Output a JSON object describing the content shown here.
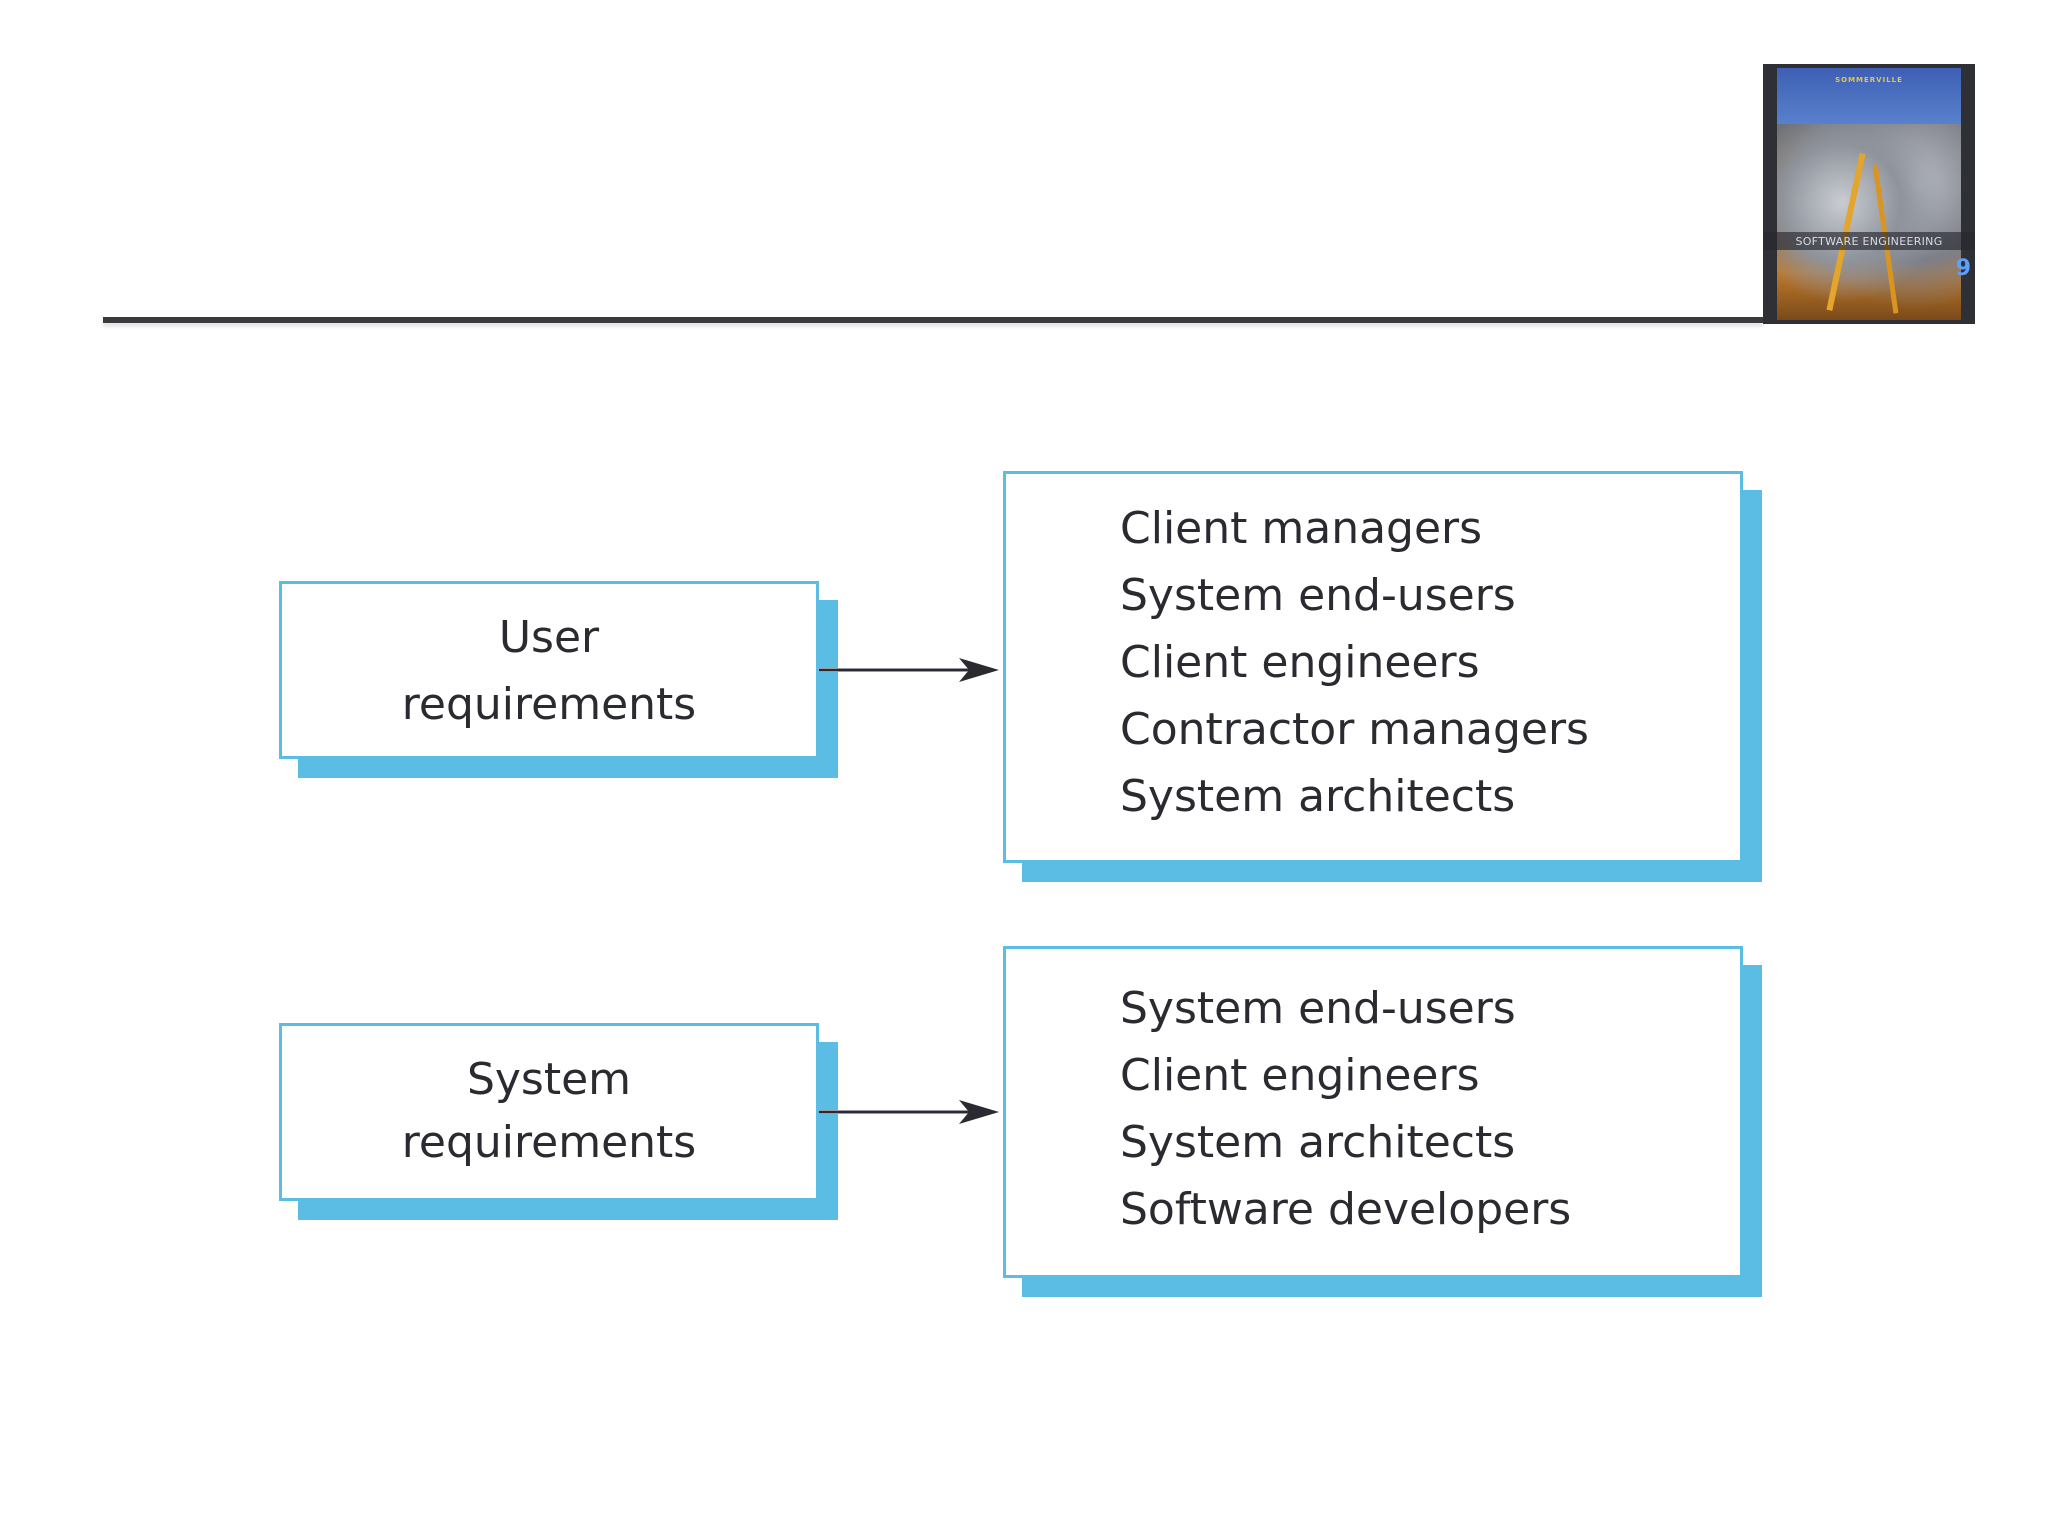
{
  "book_cover": {
    "author": "SOMMERVILLE",
    "title": "SOFTWARE ENGINEERING",
    "edition": "9"
  },
  "diagram": {
    "rows": [
      {
        "source_lines": [
          "User",
          "requirements"
        ],
        "readers": [
          "Client managers",
          "System end-users",
          "Client engineers",
          "Contractor managers",
          "System architects"
        ]
      },
      {
        "source_lines": [
          "System",
          "requirements"
        ],
        "readers": [
          "System end-users",
          "Client engineers",
          "System architects",
          "Software developers"
        ]
      }
    ]
  },
  "colors": {
    "box_border": "#5bbde4",
    "box_shadow": "#5bbde4",
    "text": "#2a2a30",
    "arrow": "#2a2a30",
    "rule": "#3a3a3e"
  }
}
